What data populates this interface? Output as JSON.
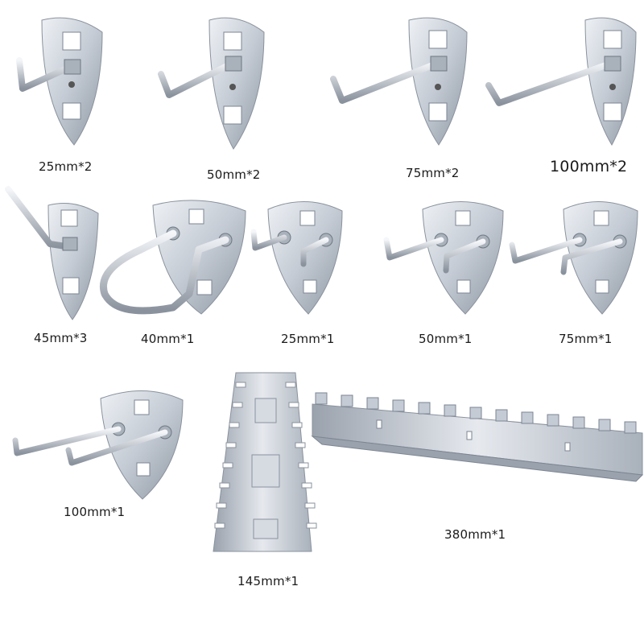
{
  "colors": {
    "metal_light": "#e4e8ee",
    "metal_mid": "#b8c0cb",
    "metal_dark": "#7d8693",
    "background": "#ffffff"
  },
  "items": [
    {
      "label": "25mm*2",
      "icon": "single-hook-icon"
    },
    {
      "label": "50mm*2",
      "icon": "single-hook-icon"
    },
    {
      "label": "75mm*2",
      "icon": "single-hook-icon"
    },
    {
      "label": "100mm*2",
      "icon": "single-hook-icon"
    },
    {
      "label": "45mm*3",
      "icon": "angled-hook-icon"
    },
    {
      "label": "40mm*1",
      "icon": "loop-hook-icon"
    },
    {
      "label": "25mm*1",
      "icon": "double-hook-icon"
    },
    {
      "label": "50mm*1",
      "icon": "double-hook-icon"
    },
    {
      "label": "75mm*1",
      "icon": "double-hook-icon"
    },
    {
      "label": "100mm*1",
      "icon": "double-hook-icon"
    },
    {
      "label": "145mm*1",
      "icon": "wrench-rack-icon"
    },
    {
      "label": "380mm*1",
      "icon": "socket-rail-icon"
    }
  ]
}
